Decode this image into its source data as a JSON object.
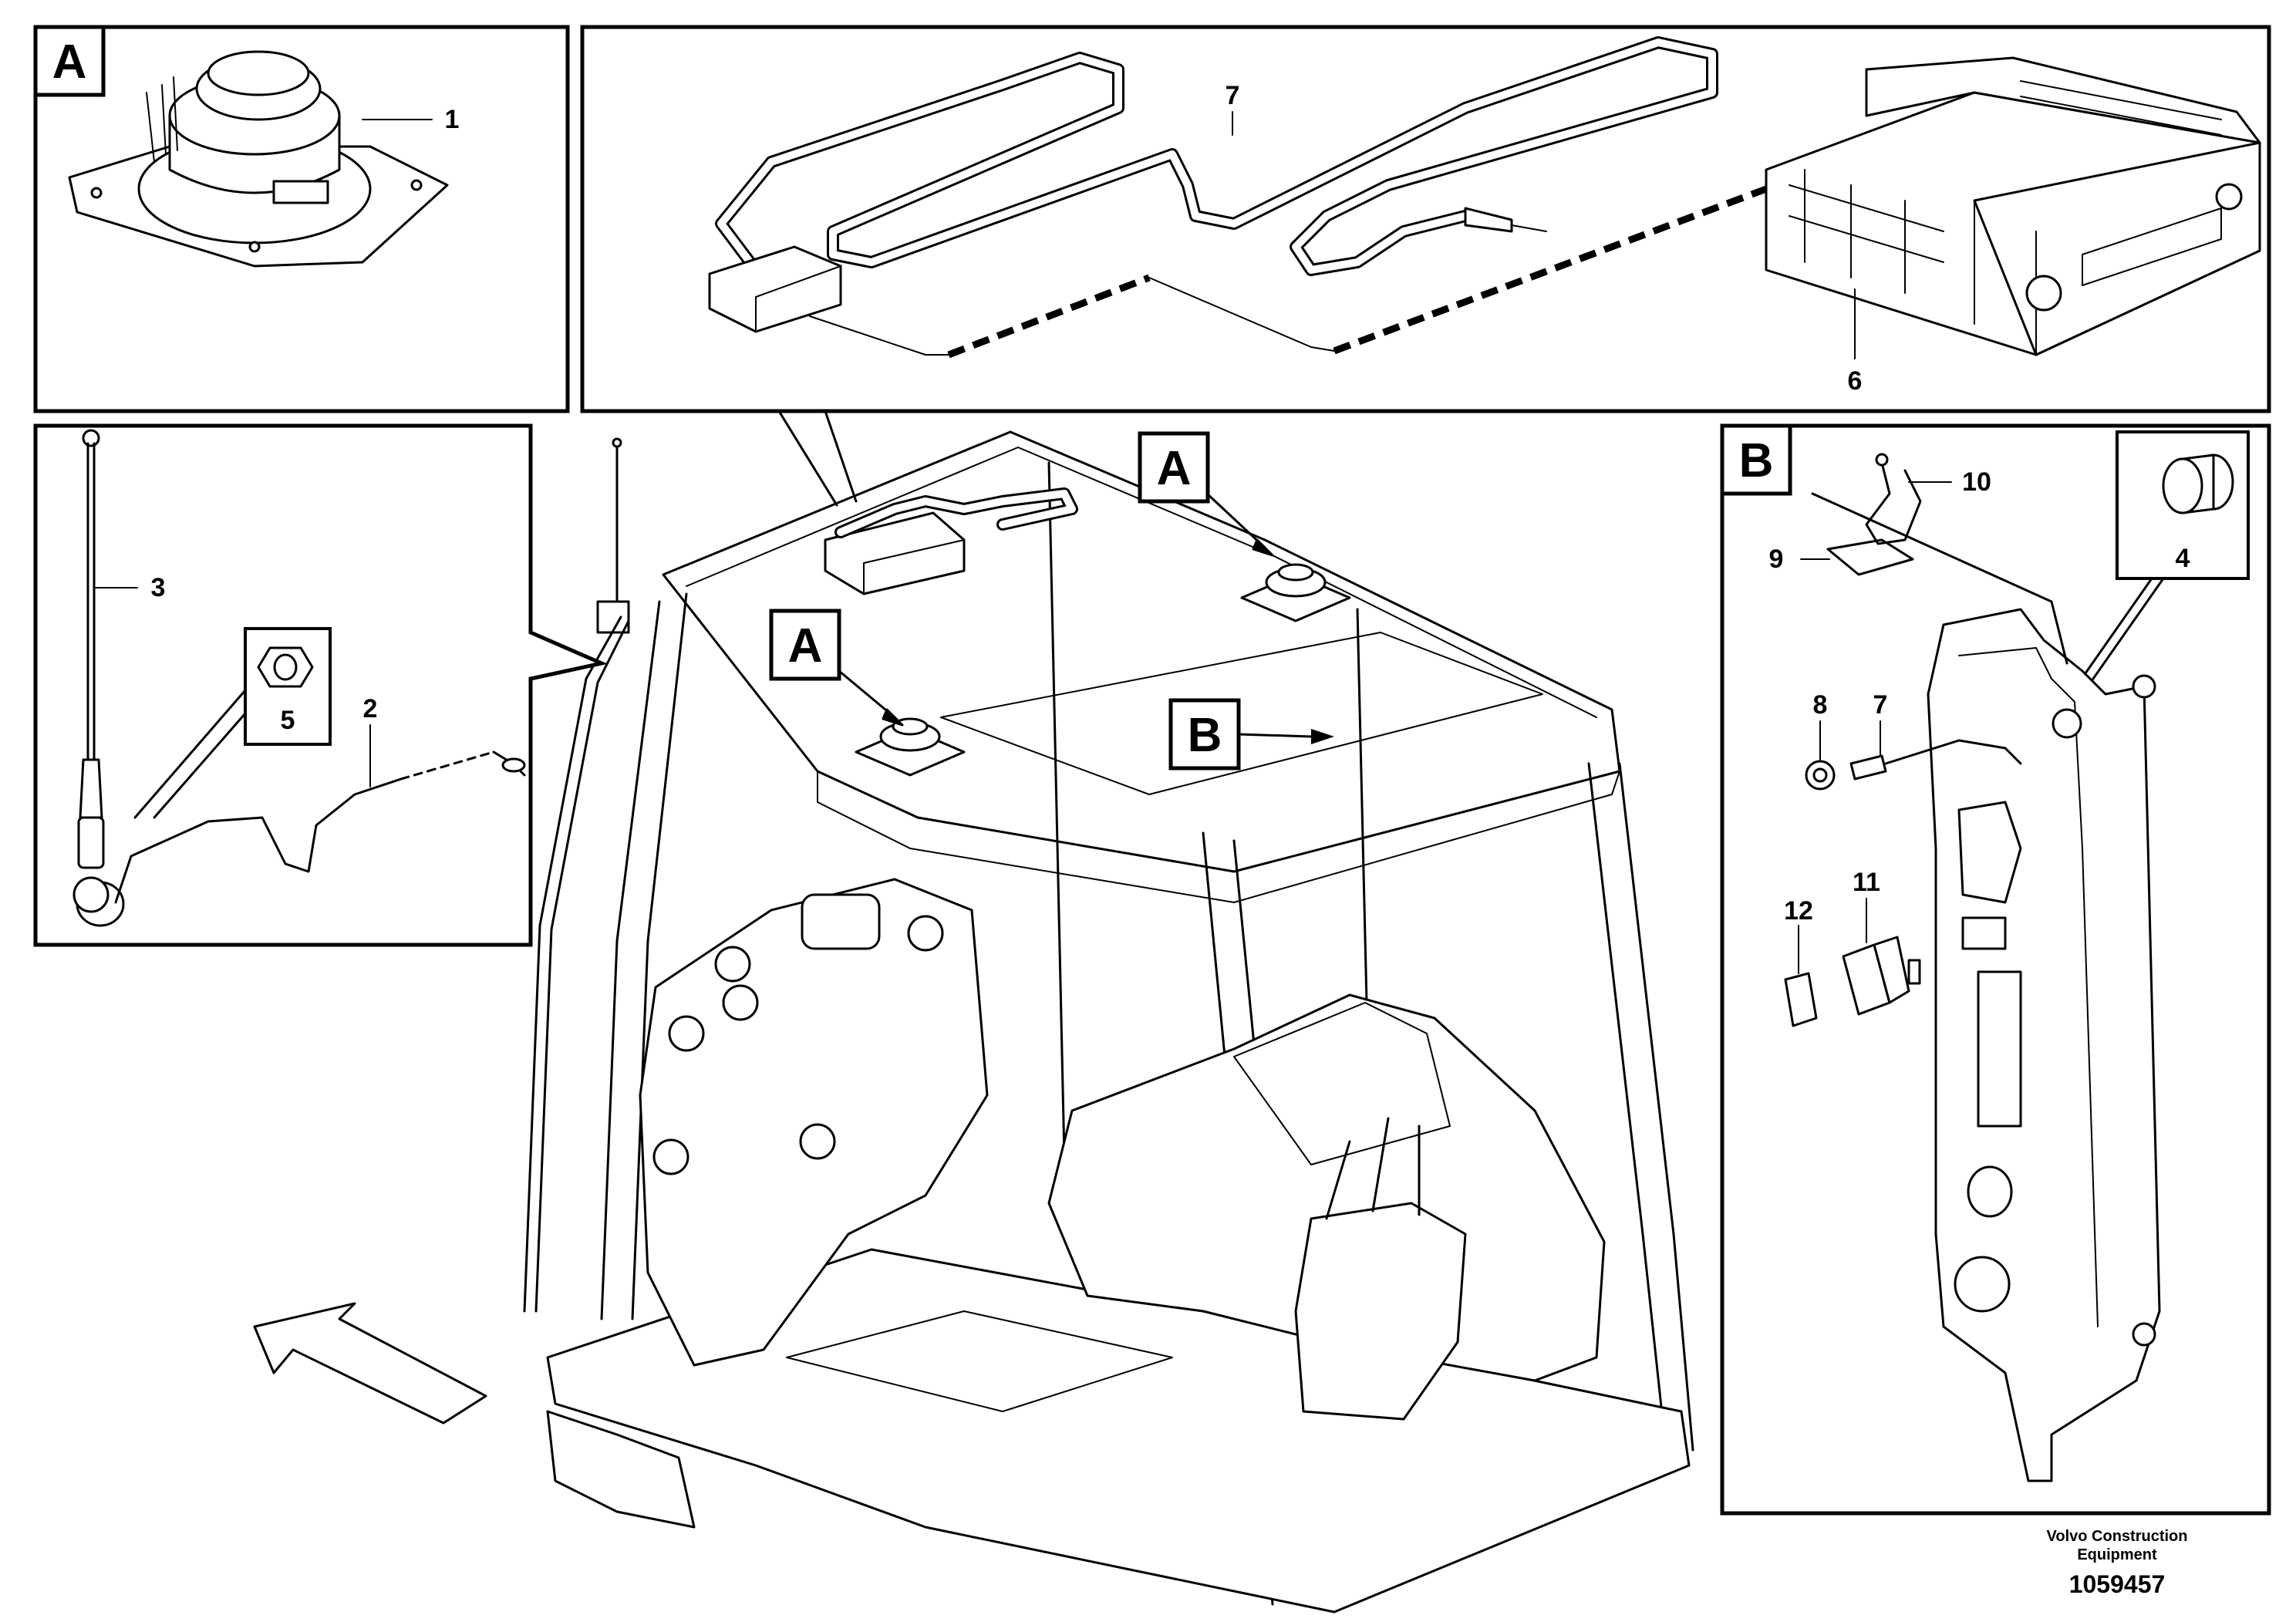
{
  "panel_letters": {
    "detail_speaker": "A",
    "detail_bracket": "B",
    "cab_a_left": "A",
    "cab_a_right": "A",
    "cab_b": "B"
  },
  "callouts": {
    "c1": "1",
    "c2": "2",
    "c3": "3",
    "c4": "4",
    "c5": "5",
    "c6": "6",
    "c7_top": "7",
    "c7_b": "7",
    "c8": "8",
    "c9": "9",
    "c10": "10",
    "c11": "11",
    "c12": "12"
  },
  "footer": {
    "company_line1": "Volvo Construction",
    "company_line2": "Equipment",
    "drawing_number": "1059457"
  }
}
